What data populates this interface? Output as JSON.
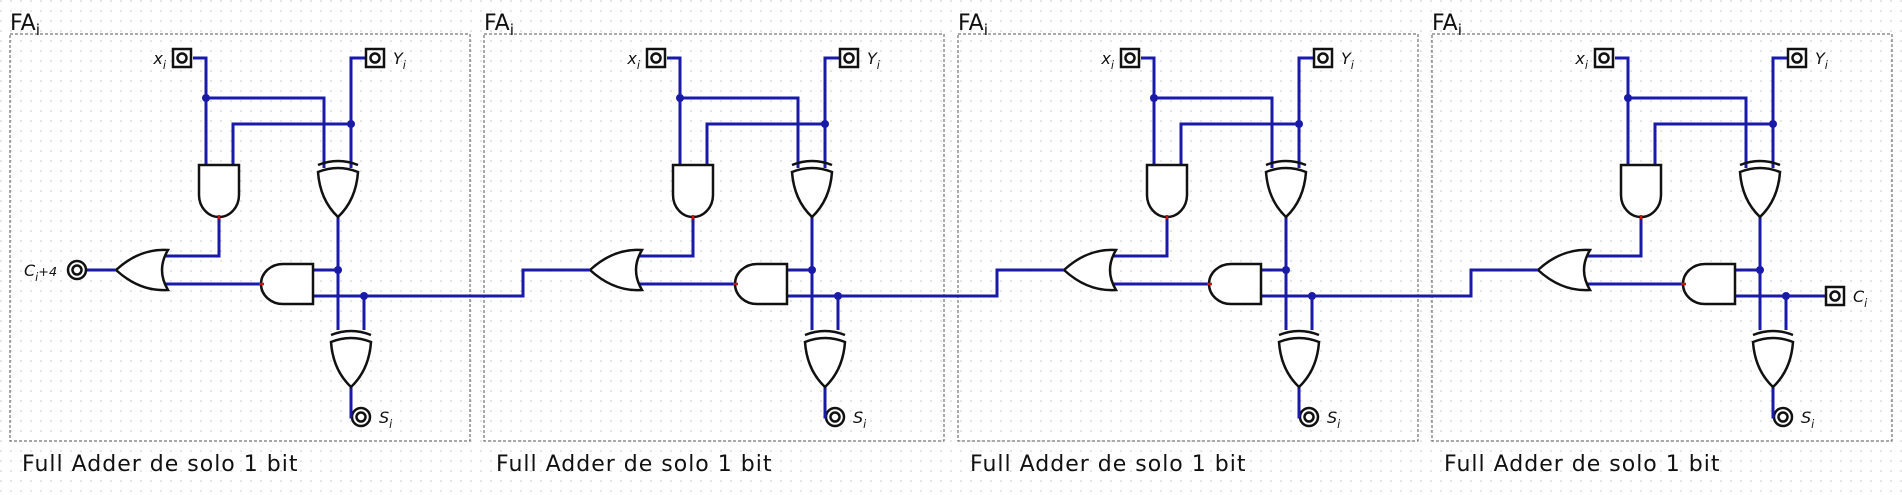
{
  "blocks": [
    {
      "title": "FA",
      "title_sub": "i",
      "caption": "Full Adder de solo 1 bit",
      "x_label": "x",
      "x_sub": "i",
      "y_label": "Y",
      "y_sub": "i",
      "s_label": "S",
      "s_sub": "i"
    },
    {
      "title": "FA",
      "title_sub": "i",
      "caption": "Full Adder de solo 1 bit",
      "x_label": "x",
      "x_sub": "i",
      "y_label": "Y",
      "y_sub": "i",
      "s_label": "S",
      "s_sub": "i"
    },
    {
      "title": "FA",
      "title_sub": "i",
      "caption": "Full Adder de solo 1 bit",
      "x_label": "x",
      "x_sub": "i",
      "y_label": "Y",
      "y_sub": "i",
      "s_label": "S",
      "s_sub": "i"
    },
    {
      "title": "FA",
      "title_sub": "i",
      "caption": "Full Adder de solo 1 bit",
      "x_label": "x",
      "x_sub": "i",
      "y_label": "Y",
      "y_sub": "i",
      "s_label": "S",
      "s_sub": "i"
    }
  ],
  "carry_out": {
    "label": "C",
    "sub": "i",
    "suffix": "+4"
  },
  "carry_in": {
    "label": "C",
    "sub": "i"
  },
  "colors": {
    "wire": "#1a1aa8",
    "gate_stroke": "#111111",
    "tick": "#cc1111",
    "box": "#555555"
  }
}
